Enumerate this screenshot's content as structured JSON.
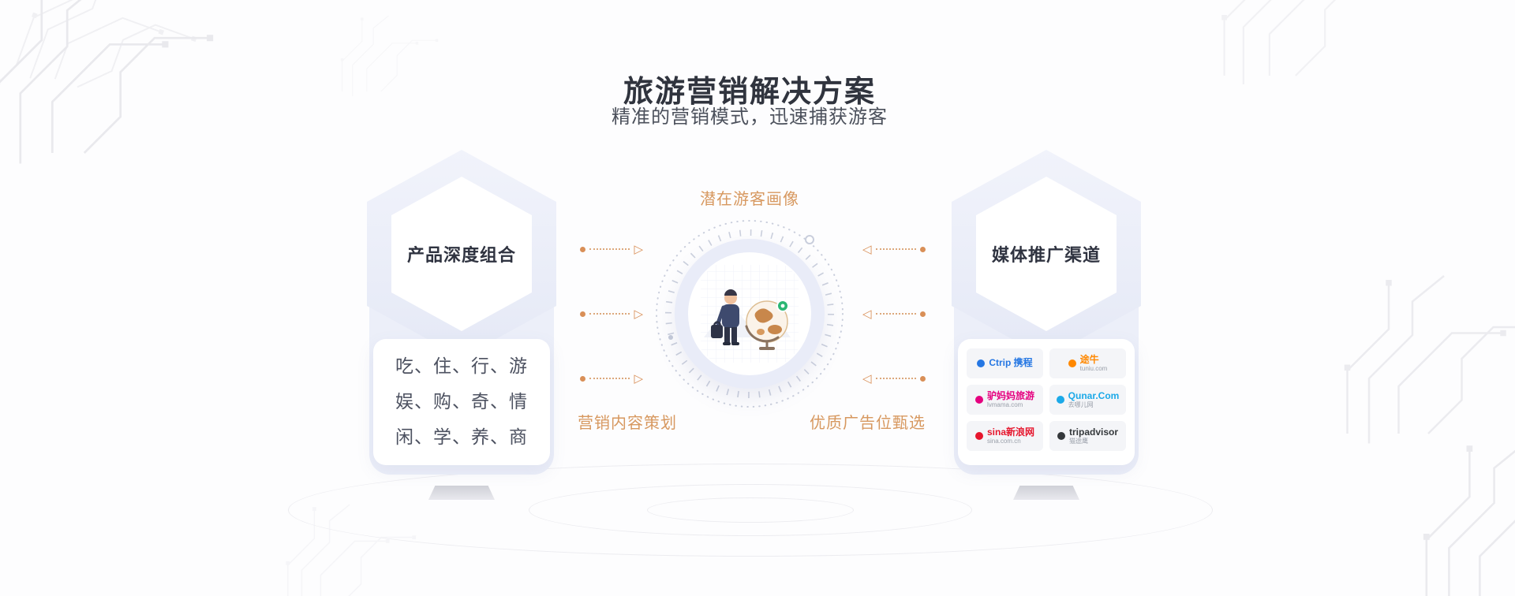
{
  "page": {
    "title": "旅游营销解决方案",
    "subtitle": "精准的营销模式，迅速捕获游客"
  },
  "left_pillar": {
    "title": "产品深度组合",
    "lines": [
      "吃、住、行、游",
      "娱、购、奇、情",
      "闲、学、养、商"
    ]
  },
  "center": {
    "top_label": "潜在游客画像",
    "bottom_left_label": "营销内容策划",
    "bottom_right_label": "优质广告位甄选"
  },
  "right_pillar": {
    "title": "媒体推广渠道",
    "logos": [
      {
        "name": "ctrip",
        "primary": "Ctrip 携程",
        "secondary": "",
        "color": "#2577E3"
      },
      {
        "name": "tuniu",
        "primary": "途牛",
        "secondary": "tuniu.com",
        "color": "#FF8800"
      },
      {
        "name": "lvmama",
        "primary": "驴妈妈旅游",
        "secondary": "lvmama.com",
        "color": "#E5007F"
      },
      {
        "name": "qunar",
        "primary": "Qunar.Com",
        "secondary": "去哪儿网",
        "color": "#1BA9E8"
      },
      {
        "name": "sina",
        "primary": "sina新浪网",
        "secondary": "sina.com.cn",
        "color": "#E6162D"
      },
      {
        "name": "tripadvisor",
        "primary": "tripadvisor",
        "secondary": "猫途鹰",
        "color": "#34383B"
      }
    ]
  },
  "colors": {
    "accent": "#D7985F",
    "lavender": "#ECEFF9"
  }
}
